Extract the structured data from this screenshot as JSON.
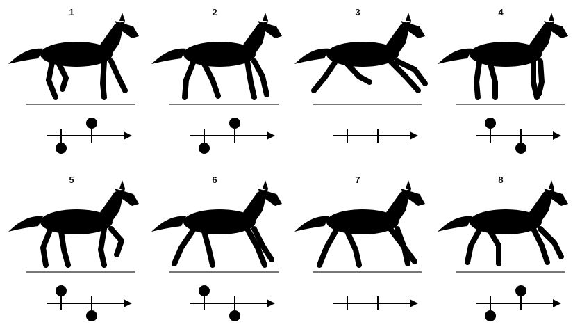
{
  "frames": [
    {
      "number": "1",
      "hoof_top": "right",
      "hoof_bottom": "left"
    },
    {
      "number": "2",
      "hoof_top": "right",
      "hoof_bottom": "left"
    },
    {
      "number": "3",
      "hoof_top": "none",
      "hoof_bottom": "none"
    },
    {
      "number": "4",
      "hoof_top": "left",
      "hoof_bottom": "right"
    },
    {
      "number": "5",
      "hoof_top": "left",
      "hoof_bottom": "right"
    },
    {
      "number": "6",
      "hoof_top": "left",
      "hoof_bottom": "right"
    },
    {
      "number": "7",
      "hoof_top": "none",
      "hoof_bottom": "none"
    },
    {
      "number": "8",
      "hoof_top": "right",
      "hoof_bottom": "left"
    }
  ],
  "colors": {
    "silhouette": "#000000",
    "ground": "#777777",
    "background": "#ffffff"
  }
}
